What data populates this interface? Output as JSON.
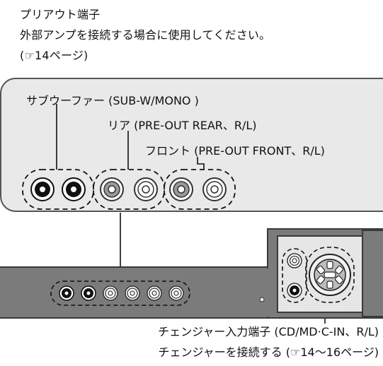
{
  "heading": {
    "title": "プリアウト端子",
    "description": "外部アンプを接続する場合に使用してください。",
    "reference": "(☞14ページ)"
  },
  "callout": {
    "subwoofer_label": "サブウーファー (SUB-W/MONO )",
    "rear_label": "リア (PRE-OUT REAR、R/L)",
    "front_label": "フロント (PRE-OUT FRONT、R/L)"
  },
  "changer": {
    "terminal_label": "チェンジャー入力端子 (CD/MD·C-IN、R/L)",
    "connect_note": "チェンジャーを接続する (☞14～16ページ)"
  },
  "colors": {
    "panel_gray": "#e9e9e9",
    "unit_body": "#7b7b7b",
    "unit_edge": "#3a3a3a",
    "jack_black": "#111111",
    "jack_white": "#f4f4f4"
  }
}
